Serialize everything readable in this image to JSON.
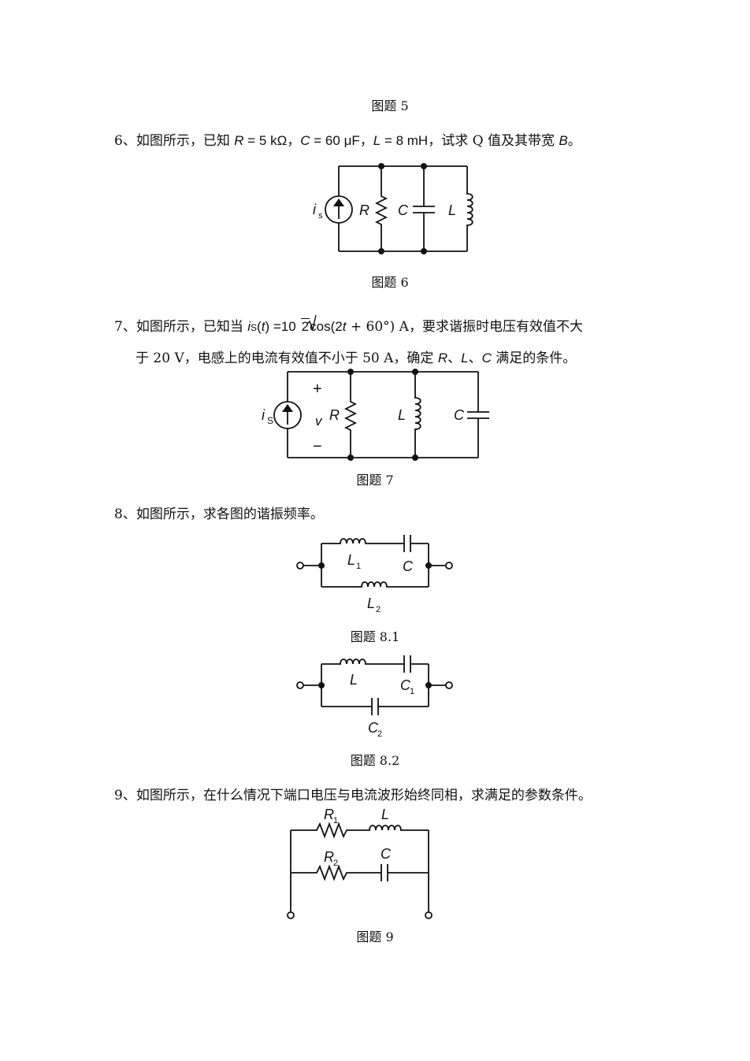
{
  "captions": {
    "fig5": "图题 5",
    "fig6": "图题 6",
    "fig7": "图题 7",
    "fig8_1": "图题 8.1",
    "fig8_2": "图题 8.2",
    "fig9": "图题 9"
  },
  "problems": {
    "p6": {
      "lead": "6、如图所示，已知 ",
      "R": "R",
      "r_val": " = 5 kΩ，",
      "C": "C",
      "c_val": " = 60 μF，",
      "L": "L",
      "l_val": " = 8 mH，",
      "tail": "试求 Q 值及其带宽 ",
      "B": "B",
      "end": "。"
    },
    "p7": {
      "lead": "7、如图所示，已知当 ",
      "i": "i",
      "s": "S",
      "t_open": "(",
      "t": "t",
      "t_close": ") =10",
      "sqrt": "2",
      "cos": "cos(2",
      "t2": "t",
      "phase": " + 60°)  A，要求谐振时电压有效值不大",
      "line2_a": "于 20 V，电感上的电流有效值不小于 50 A，确定 ",
      "R": "R",
      "sep1": "、",
      "L": "L",
      "sep2": "、",
      "C": "C",
      "line2_b": " 满足的条件。"
    },
    "p8": {
      "text": "8、如图所示，求各图的谐振频率。"
    },
    "p9": {
      "text": "9、如图所示，在什么情况下端口电压与电流波形始终同相，求满足的参数条件。"
    }
  },
  "figures": {
    "fig6": {
      "is": "i",
      "is_sub": "s",
      "R": "R",
      "C": "C",
      "L": "L"
    },
    "fig7": {
      "is": "i",
      "is_sub": "S",
      "plus": "+",
      "v": "v",
      "minus": "−",
      "R": "R",
      "L": "L",
      "C": "C"
    },
    "fig8_1": {
      "L1": "L",
      "L1_sub": "1",
      "C": "C",
      "L2": "L",
      "L2_sub": "2"
    },
    "fig8_2": {
      "L": "L",
      "C1": "C",
      "C1_sub": "1",
      "C2": "C",
      "C2_sub": "2"
    },
    "fig9": {
      "R1": "R",
      "R1_sub": "1",
      "L": "L",
      "R2": "R",
      "R2_sub": "2",
      "C": "C"
    }
  }
}
